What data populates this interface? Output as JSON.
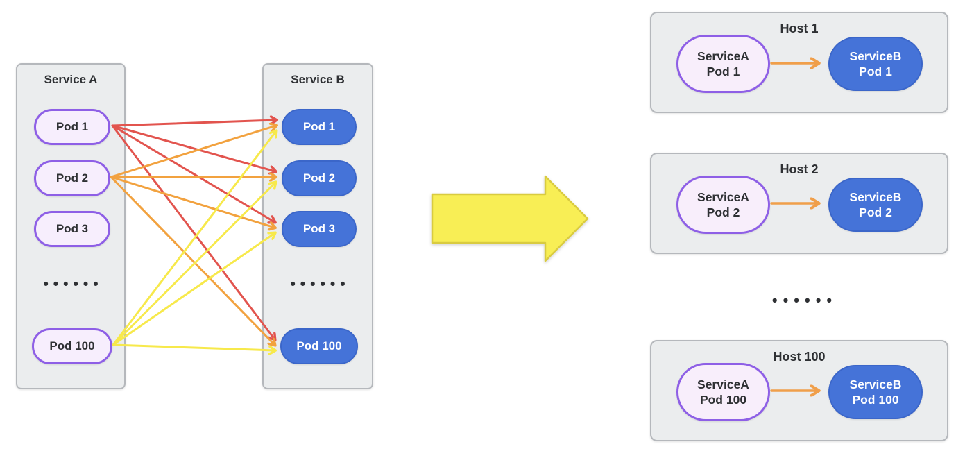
{
  "diagram": {
    "service_a": {
      "title": "Service A",
      "pods": [
        "Pod 1",
        "Pod 2",
        "Pod 3",
        "Pod 100"
      ],
      "ellipsis": "••••••"
    },
    "service_b": {
      "title": "Service B",
      "pods": [
        "Pod 1",
        "Pod 2",
        "Pod 3",
        "Pod 100"
      ],
      "ellipsis": "••••••"
    },
    "edges": [
      {
        "from": "A.Pod 1",
        "to": "B.Pod 1",
        "color": "red"
      },
      {
        "from": "A.Pod 1",
        "to": "B.Pod 2",
        "color": "red"
      },
      {
        "from": "A.Pod 1",
        "to": "B.Pod 3",
        "color": "red"
      },
      {
        "from": "A.Pod 1",
        "to": "B.Pod 100",
        "color": "red"
      },
      {
        "from": "A.Pod 2",
        "to": "B.Pod 1",
        "color": "orange"
      },
      {
        "from": "A.Pod 2",
        "to": "B.Pod 2",
        "color": "orange"
      },
      {
        "from": "A.Pod 2",
        "to": "B.Pod 3",
        "color": "orange"
      },
      {
        "from": "A.Pod 2",
        "to": "B.Pod 100",
        "color": "orange"
      },
      {
        "from": "A.Pod 100",
        "to": "B.Pod 1",
        "color": "yellow"
      },
      {
        "from": "A.Pod 100",
        "to": "B.Pod 2",
        "color": "yellow"
      },
      {
        "from": "A.Pod 100",
        "to": "B.Pod 3",
        "color": "yellow"
      },
      {
        "from": "A.Pod 100",
        "to": "B.Pod 100",
        "color": "yellow"
      }
    ]
  },
  "hosts": {
    "items": [
      {
        "title": "Host 1",
        "pod_a": [
          "ServiceA",
          "Pod 1"
        ],
        "pod_b": [
          "ServiceB",
          "Pod 1"
        ]
      },
      {
        "title": "Host 2",
        "pod_a": [
          "ServiceA",
          "Pod 2"
        ],
        "pod_b": [
          "ServiceB",
          "Pod 2"
        ]
      },
      {
        "title": "Host 100",
        "pod_a": [
          "ServiceA",
          "Pod 100"
        ],
        "pod_b": [
          "ServiceB",
          "Pod 100"
        ]
      }
    ],
    "ellipsis": "••••••"
  },
  "colors": {
    "arrow_red": "#e2544e",
    "arrow_orange": "#f2a23f",
    "arrow_yellow": "#f7e94b",
    "big_arrow_fill": "#f8ee55",
    "big_arrow_border": "#d9cb41",
    "host_arrow": "#f09f4a",
    "pod_a_fill": "#f7eefd",
    "pod_a_border": "#8e5fe6",
    "pod_b_fill": "#4573d8",
    "panel_bg": "#ebedee",
    "panel_border": "#b5b8bc",
    "text": "#2e3033"
  }
}
